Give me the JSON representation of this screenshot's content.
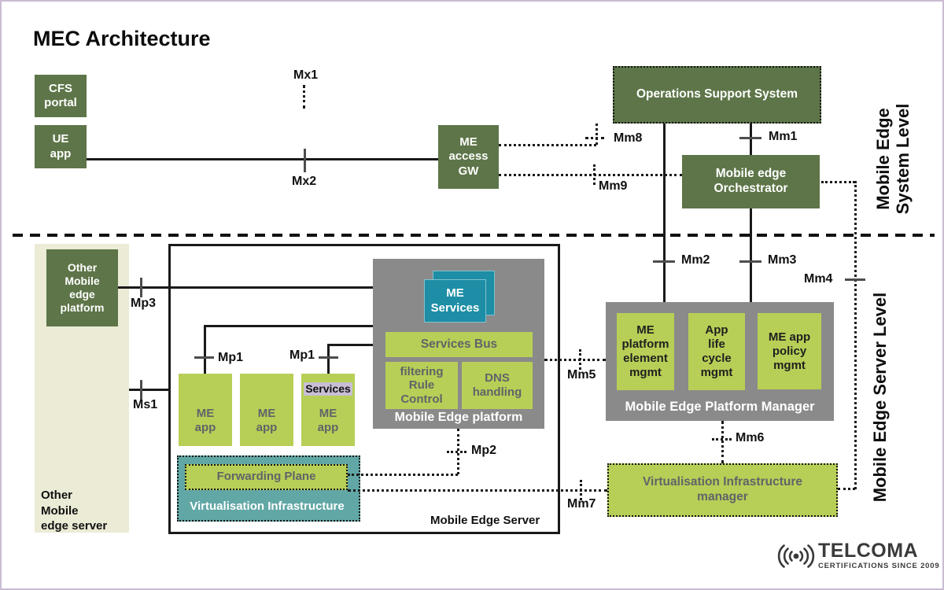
{
  "title": "MEC Architecture",
  "levels": {
    "system": "Mobile Edge\nSystem Level",
    "server": "Mobile Edge Server Level"
  },
  "nodes": {
    "cfs_portal": "CFS\nportal",
    "ue_app": "UE\napp",
    "me_access_gw": "ME\naccess\nGW",
    "oss": "Operations Support System",
    "orchestrator": "Mobile edge\nOrchestrator",
    "other_platform": "Other\nMobile\nedge\nplatform",
    "other_server": "Other\nMobile\nedge server",
    "server_label": "Mobile Edge Server",
    "platform_label": "Mobile Edge platform",
    "me_services": "ME\nServices",
    "services_bus": "Services Bus",
    "filtering": "filtering\nRule\nControl",
    "dns": "DNS\nhandling",
    "me_app": "ME\napp",
    "services_tag": "Services",
    "vi": "Virtualisation Infrastructure",
    "forwarding": "Forwarding Plane",
    "manager_label": "Mobile Edge Platform Manager",
    "mgmt_platform": "ME\nplatform\nelement\nmgmt",
    "mgmt_app": "App\nlife\ncycle\nmgmt",
    "mgmt_policy": "ME app\npolicy\nmgmt",
    "vim": "Virtualisation Infrastructure\nmanager"
  },
  "interfaces": {
    "mx1": "Mx1",
    "mx2": "Mx2",
    "mm1": "Mm1",
    "mm2": "Mm2",
    "mm3": "Mm3",
    "mm4": "Mm4",
    "mm5": "Mm5",
    "mm6": "Mm6",
    "mm7": "Mm7",
    "mm8": "Mm8",
    "mm9": "Mm9",
    "mp1": "Mp1",
    "mp2": "Mp2",
    "mp3": "Mp3",
    "ms1": "Ms1"
  },
  "colors": {
    "olive": "#5d7548",
    "lime": "#b7cf56",
    "gray": "#8a8a8a",
    "teal": "#1d8ea6",
    "muted_teal": "#61a7a6",
    "beige": "#ebebd6",
    "lavender": "#c9bed4"
  },
  "logo": {
    "name": "TELCOMA",
    "tagline": "CERTIFICATIONS SINCE 2009"
  }
}
